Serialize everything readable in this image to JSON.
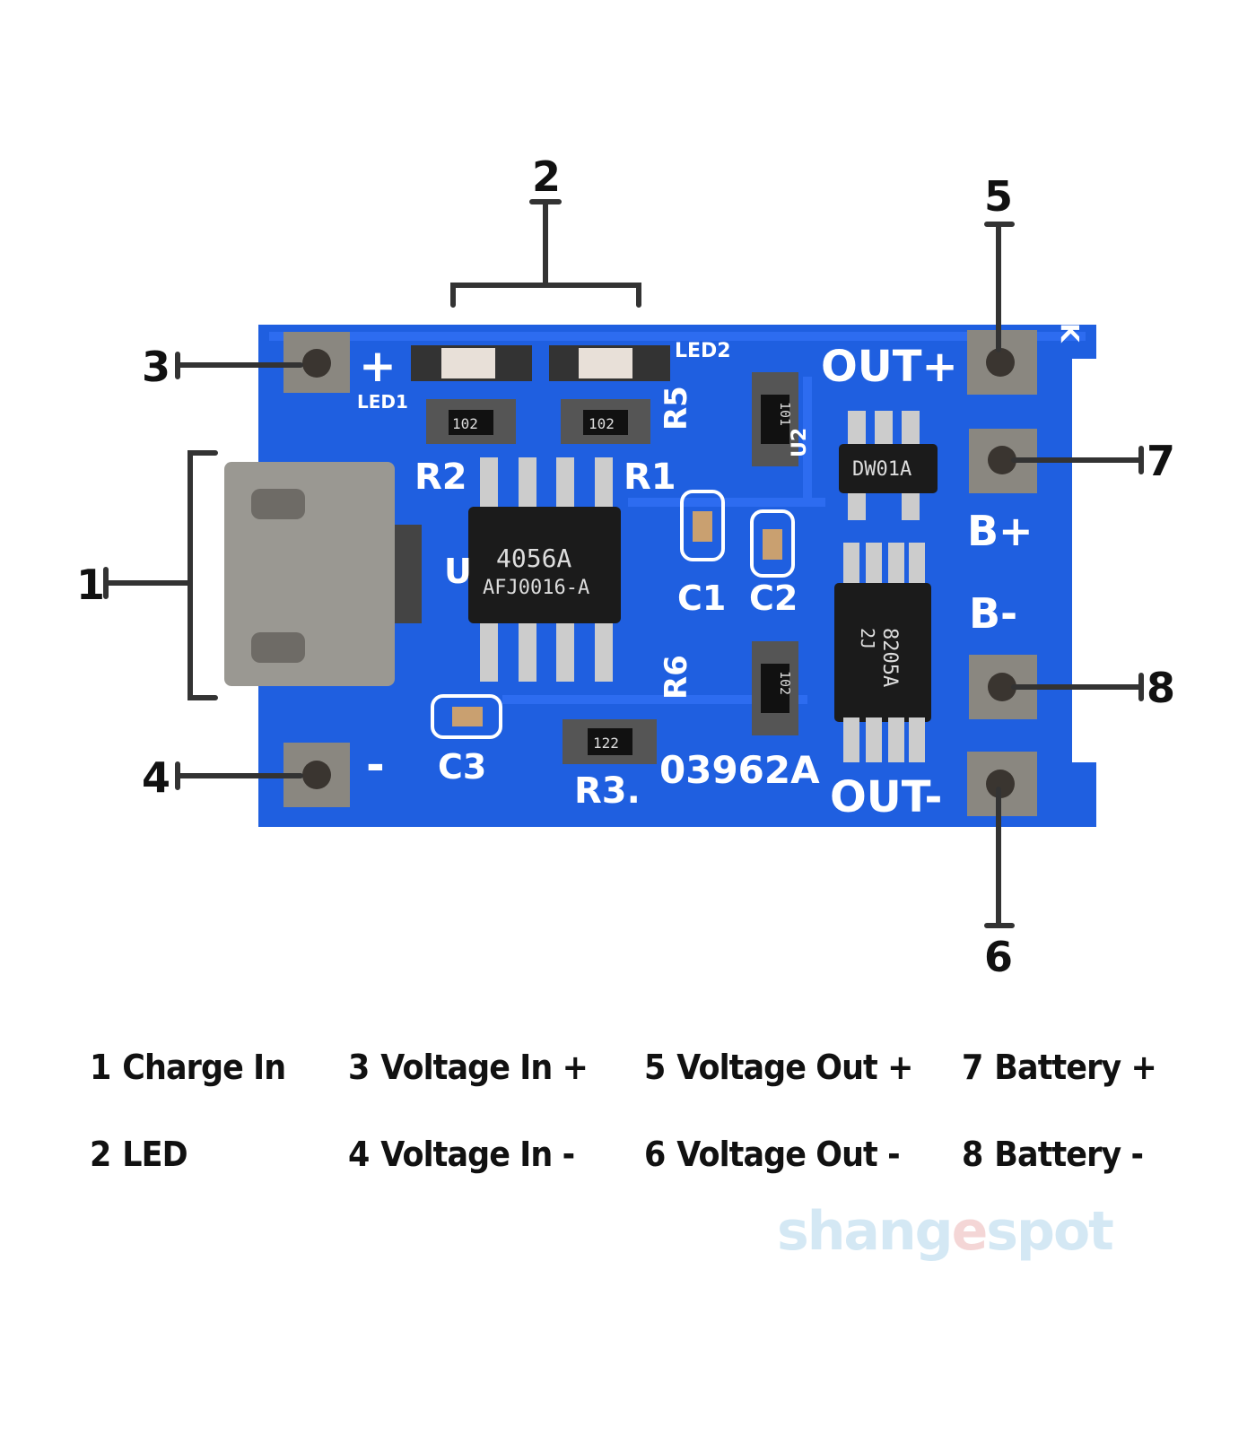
{
  "callouts": [
    "1",
    "2",
    "3",
    "4",
    "5",
    "6",
    "7",
    "8"
  ],
  "pcb_labels": {
    "plus": "+",
    "minus": "-",
    "led1": "LED1",
    "led2": "LED2",
    "r1": "R1",
    "r2": "R2",
    "r3": "R3.",
    "r5": "R5",
    "r6": "R6",
    "r1_code": "102",
    "r2_code": "102",
    "r3_code": "122",
    "r5_code": "101",
    "r6_code": "102",
    "c1": "C1",
    "c2": "C2",
    "c3": "C3",
    "u1": "U",
    "u2": "U2",
    "ic1_line1": "4056A",
    "ic1_line2": "AFJ0016-A",
    "ic2": "DW01A",
    "ic3_line1": "8205A",
    "ic3_line2": "2J",
    "out_plus": "OUT+",
    "out_minus": "OUT-",
    "b_plus": "B+",
    "b_minus": "B-",
    "board_code": "03962A",
    "k": "K"
  },
  "legend": [
    {
      "num": "1",
      "label": "Charge In"
    },
    {
      "num": "2",
      "label": "LED"
    },
    {
      "num": "3",
      "label": "Voltage In +"
    },
    {
      "num": "4",
      "label": "Voltage In -"
    },
    {
      "num": "5",
      "label": "Voltage Out +"
    },
    {
      "num": "6",
      "label": "Voltage Out -"
    },
    {
      "num": "7",
      "label": "Battery +"
    },
    {
      "num": "8",
      "label": "Battery -"
    }
  ],
  "watermark": {
    "part1": "shang",
    "part2": "e",
    "part3": "spot"
  },
  "colors": {
    "pcb": "#1f5fe0",
    "pad": "#8a8780",
    "line": "#333333"
  }
}
